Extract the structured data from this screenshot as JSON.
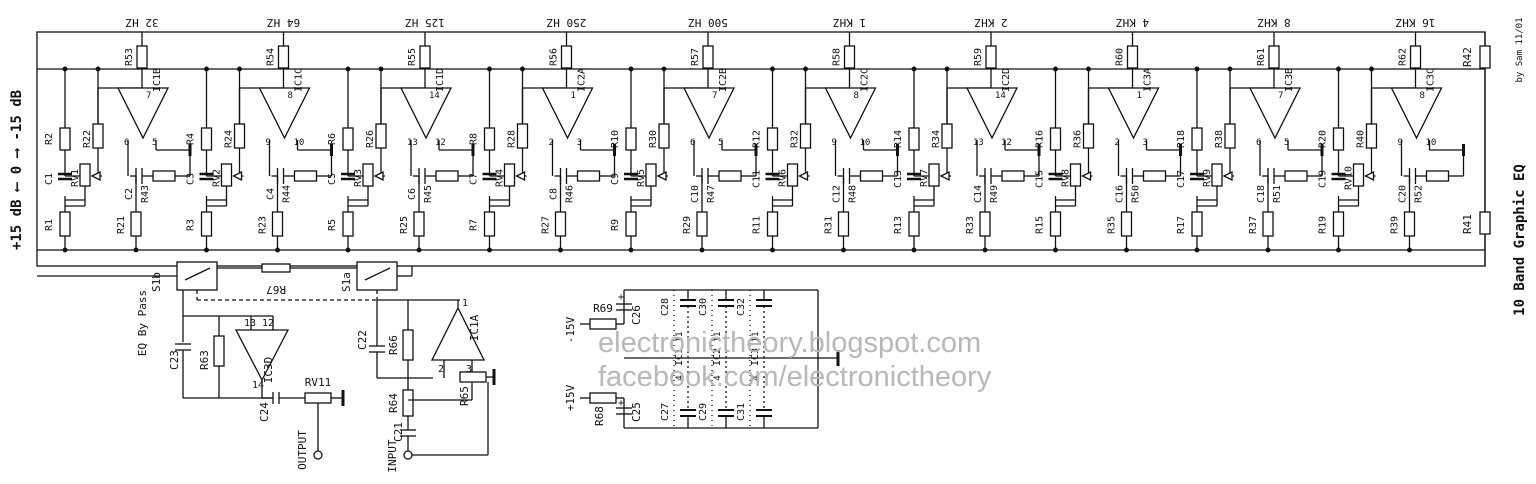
{
  "title": "10 Band Graphic EQ",
  "author": "by Sam 11/01",
  "range_label": "+15 dB ⟵ 0 ⟶ -15 dB",
  "bands": [
    {
      "freq": "32 HZ",
      "ic": "IC1B",
      "rt": "R53",
      "ra": "R2",
      "rb": "R22",
      "rv": "RV1",
      "rs": "R43",
      "rd": "R1",
      "re": "R21",
      "ca": "C1",
      "cb": "C2",
      "pin_a": "7",
      "pin_b": "6",
      "pin_c": "5"
    },
    {
      "freq": "64 HZ",
      "ic": "IC1C",
      "rt": "R54",
      "ra": "R4",
      "rb": "R24",
      "rv": "RV2",
      "rs": "R44",
      "rd": "R3",
      "re": "R23",
      "ca": "C3",
      "cb": "C4",
      "pin_a": "8",
      "pin_b": "9",
      "pin_c": "10"
    },
    {
      "freq": "125 HZ",
      "ic": "IC1D",
      "rt": "R55",
      "ra": "R6",
      "rb": "R26",
      "rv": "RV3",
      "rs": "R45",
      "rd": "R5",
      "re": "R25",
      "ca": "C5",
      "cb": "C6",
      "pin_a": "14",
      "pin_b": "13",
      "pin_c": "12"
    },
    {
      "freq": "250 HZ",
      "ic": "IC2A",
      "rt": "R56",
      "ra": "R8",
      "rb": "R28",
      "rv": "RV4",
      "rs": "R46",
      "rd": "R7",
      "re": "R27",
      "ca": "C7",
      "cb": "C8",
      "pin_a": "1",
      "pin_b": "2",
      "pin_c": "3"
    },
    {
      "freq": "500 HZ",
      "ic": "IC2B",
      "rt": "R57",
      "ra": "R10",
      "rb": "R30",
      "rv": "RV5",
      "rs": "R47",
      "rd": "R9",
      "re": "R29",
      "ca": "C9",
      "cb": "C10",
      "pin_a": "7",
      "pin_b": "6",
      "pin_c": "5"
    },
    {
      "freq": "1 KHZ",
      "ic": "IC2C",
      "rt": "R58",
      "ra": "R12",
      "rb": "R32",
      "rv": "RV6",
      "rs": "R48",
      "rd": "R11",
      "re": "R31",
      "ca": "C11",
      "cb": "C12",
      "pin_a": "8",
      "pin_b": "9",
      "pin_c": "10"
    },
    {
      "freq": "2 KHZ",
      "ic": "IC2D",
      "rt": "R59",
      "ra": "R14",
      "rb": "R34",
      "rv": "RV7",
      "rs": "R49",
      "rd": "R13",
      "re": "R33",
      "ca": "C13",
      "cb": "C14",
      "pin_a": "14",
      "pin_b": "13",
      "pin_c": "12"
    },
    {
      "freq": "4 KHZ",
      "ic": "IC3A",
      "rt": "R60",
      "ra": "R16",
      "rb": "R36",
      "rv": "RV8",
      "rs": "R50",
      "rd": "R15",
      "re": "R35",
      "ca": "C15",
      "cb": "C16",
      "pin_a": "1",
      "pin_b": "2",
      "pin_c": "3"
    },
    {
      "freq": "8 KHZ",
      "ic": "IC3B",
      "rt": "R61",
      "ra": "R18",
      "rb": "R38",
      "rv": "RV9",
      "rs": "R51",
      "rd": "R17",
      "re": "R37",
      "ca": "C17",
      "cb": "C18",
      "pin_a": "7",
      "pin_b": "6",
      "pin_c": "5"
    },
    {
      "freq": "16 KHZ",
      "ic": "IC3C",
      "rt": "R62",
      "ra": "R20",
      "rb": "R40",
      "rv": "RV10",
      "rs": "R52",
      "rd": "R19",
      "re": "R39",
      "ca": "C19",
      "cb": "C20",
      "pin_a": "8",
      "pin_b": "9",
      "pin_c": "10"
    }
  ],
  "end": {
    "r_top": "R42",
    "r_bot": "R41"
  },
  "switch": {
    "s1a": "S1a",
    "s1b": "S1b",
    "r67": "R67",
    "bypass": "EQ By Pass"
  },
  "output": {
    "c23": "C23",
    "r63": "R63",
    "ic": "IC3D",
    "p13": "13",
    "p12": "12",
    "p14": "14",
    "c24": "C24",
    "rv11": "RV11",
    "label": "OUTPUT"
  },
  "input": {
    "c22": "C22",
    "r66": "R66",
    "ic": "IC1A",
    "p2": "2",
    "p3": "3",
    "p1": "1",
    "r64": "R64",
    "r65": "R65",
    "c21": "C21",
    "label": "INPUT"
  },
  "power": {
    "neg": "-15V",
    "pos": "+15V",
    "r69": "R69",
    "r68": "R68",
    "c26": "C26",
    "c25": "C25",
    "c28": "C28",
    "c30": "C30",
    "c32": "C32",
    "c27": "C27",
    "c29": "C29",
    "c31": "C31",
    "ic1": "IC1",
    "ic2": "IC2",
    "ic3": "IC3",
    "p11": "11",
    "p4": "4",
    "plus": "+"
  },
  "watermark": {
    "line1": "electronictheory.blogspot.com",
    "line2": "facebook.com/electronictheory"
  }
}
